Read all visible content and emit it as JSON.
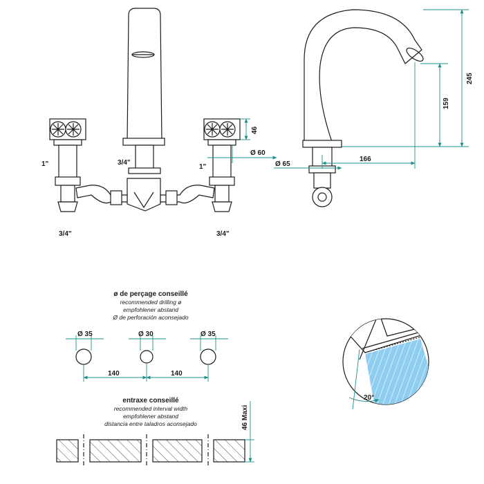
{
  "front_view": {
    "label_left_1in": "1\"",
    "label_center_34": "3/4\"",
    "label_right_1in": "1\"",
    "label_bottom_left_34": "3/4\"",
    "label_bottom_right_34": "3/4\""
  },
  "dimensions": {
    "d46": "46",
    "d60": "Ø 60",
    "d65": "Ø 65",
    "d166": "166",
    "d159": "159",
    "d245": "245",
    "d35a": "Ø 35",
    "d30": "Ø 30",
    "d35b": "Ø 35",
    "d140a": "140",
    "d140b": "140",
    "d46max": "46 Maxi",
    "angle": "20°"
  },
  "drilling": {
    "title": "ø de perçage conseillé",
    "line1": "recommended drilling ø",
    "line2": "empfohlener abstand",
    "line3": "Ø de perforación aconsejado"
  },
  "interval": {
    "title": "entraxe conseillé",
    "line1": "recommended interval width",
    "line2": "empfohlener abstand",
    "line3": "distancia entre taladros aconsejado"
  },
  "colors": {
    "dimension": "#1b8f8c",
    "water": "#8ecdf0",
    "line": "#1a1a1a"
  }
}
